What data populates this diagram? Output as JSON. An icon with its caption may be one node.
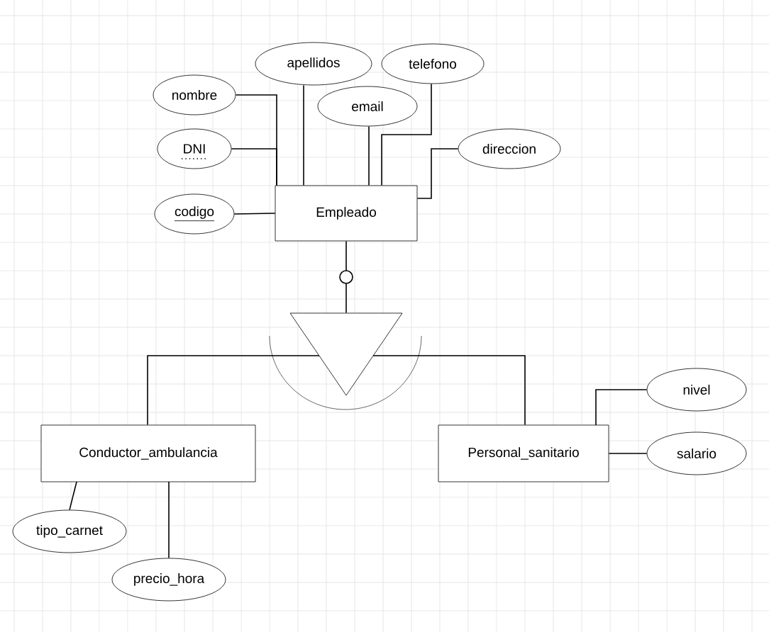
{
  "diagram": {
    "nodes": [
      {
        "text": [
          "apellidos"
        ]
      },
      {
        "text": [
          "telefono"
        ]
      },
      {
        "text": [
          "nombre"
        ]
      },
      {
        "text": [
          "email"
        ]
      },
      {
        "text": [
          "DNI"
        ]
      },
      {
        "text": [
          "direccion"
        ]
      },
      {
        "text": [
          "codigo"
        ]
      },
      {
        "text": [
          "Empleado"
        ]
      },
      {
        "text": [],
        "shape": "triangle"
      },
      {
        "text": [
          "Conductor_ambulancia"
        ]
      },
      {
        "text": [
          "Personal_sanitario"
        ]
      },
      {
        "text": [
          "tipo_carnet"
        ]
      },
      {
        "text": [
          "precio_hora"
        ]
      },
      {
        "text": [
          "nivel"
        ]
      },
      {
        "text": [
          "salario"
        ]
      }
    ],
    "edges": [
      {
        "from": 2,
        "to": 7,
        "arrow": "none"
      },
      {
        "from": 0,
        "to": 7,
        "arrow": "none"
      },
      {
        "from": 3,
        "to": 7,
        "arrow": "none"
      },
      {
        "from": 1,
        "to": 7,
        "arrow": "none"
      },
      {
        "from": 4,
        "to": 7,
        "arrow": "none"
      },
      {
        "from": 5,
        "to": 7,
        "arrow": "none"
      },
      {
        "from": 6,
        "to": 7,
        "arrow": "none"
      },
      {
        "from": 7,
        "to": 8,
        "arrow": "none"
      },
      {
        "from": 8,
        "to": 9,
        "arrow": "none"
      },
      {
        "from": 8,
        "to": 10,
        "arrow": "none"
      },
      {
        "from": 9,
        "to": 11,
        "arrow": "none"
      },
      {
        "from": 9,
        "to": 12,
        "arrow": "none"
      },
      {
        "from": 10,
        "to": 13,
        "arrow": "none"
      },
      {
        "from": 10,
        "to": 14,
        "arrow": "none"
      }
    ]
  }
}
